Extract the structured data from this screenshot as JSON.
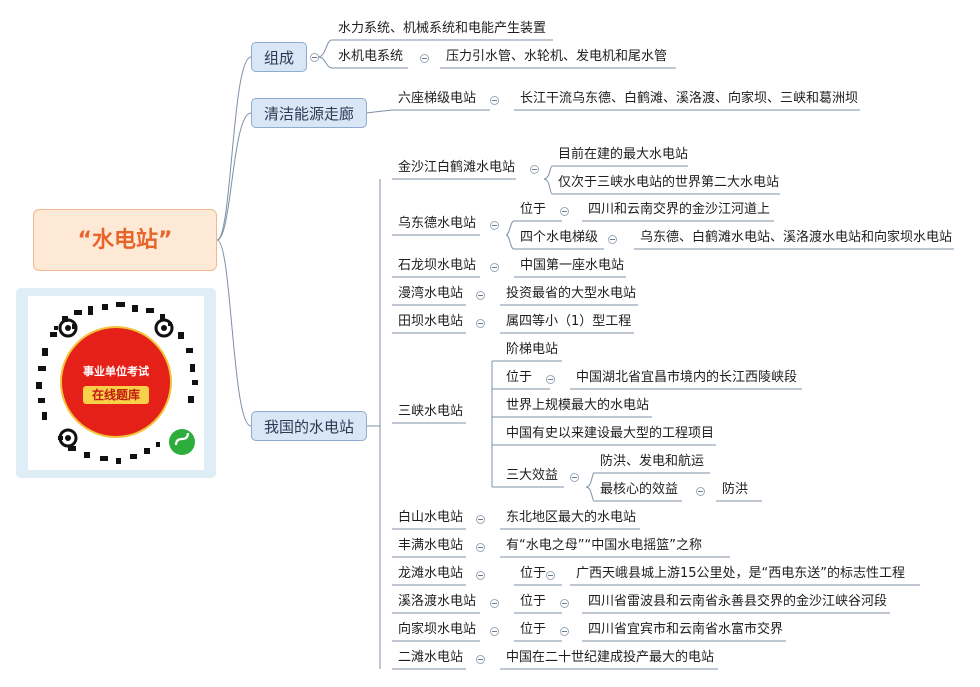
{
  "root": {
    "label": "“水电站”"
  },
  "qr": {
    "line1": "事业单位考试",
    "line2": "在线题库"
  },
  "branches": [
    {
      "label": "组成"
    },
    {
      "label": "清洁能源走廊"
    },
    {
      "label": "我国的水电站"
    }
  ],
  "nodes": [
    "水力系统、机械系统和电能产生装置",
    "水机电系统",
    "压力引水管、水轮机、发电机和尾水管",
    "六座梯级电站",
    "长江干流乌东德、白鹤滩、溪洛渡、向家坝、三峡和葛洲坝",
    "金沙江白鹤滩水电站",
    "目前在建的最大水电站",
    "仅次于三峡水电站的世界第二大水电站",
    "乌东德水电站",
    "位于",
    "四川和云南交界的金沙江河道上",
    "四个水电梯级",
    "乌东德、白鹤滩水电站、溪洛渡水电站和向家坝水电站",
    "石龙坝水电站",
    "中国第一座水电站",
    "漫湾水电站",
    "投资最省的大型水电站",
    "田坝水电站",
    "属四等小（1）型工程",
    "三峡水电站",
    "阶梯电站",
    "位于",
    "中国湖北省宜昌市境内的长江西陵峡段",
    "世界上规模最大的水电站",
    "中国有史以来建设最大型的工程项目",
    "三大效益",
    "防洪、发电和航运",
    "最核心的效益",
    "防洪",
    "白山水电站",
    "东北地区最大的水电站",
    "丰满水电站",
    "有“水电之母”“中国水电摇篮”之称",
    "龙滩水电站",
    "位于",
    "广西天峨县城上游15公里处，是“西电东送”的标志性工程",
    "溪洛渡水电站",
    "位于",
    "四川省雷波县和云南省永善县交界的金沙江峡谷河段",
    "向家坝水电站",
    "位于",
    "四川省宜宾市和云南省水富市交界",
    "二滩水电站",
    "中国在二十世纪建成投产最大的电站"
  ]
}
